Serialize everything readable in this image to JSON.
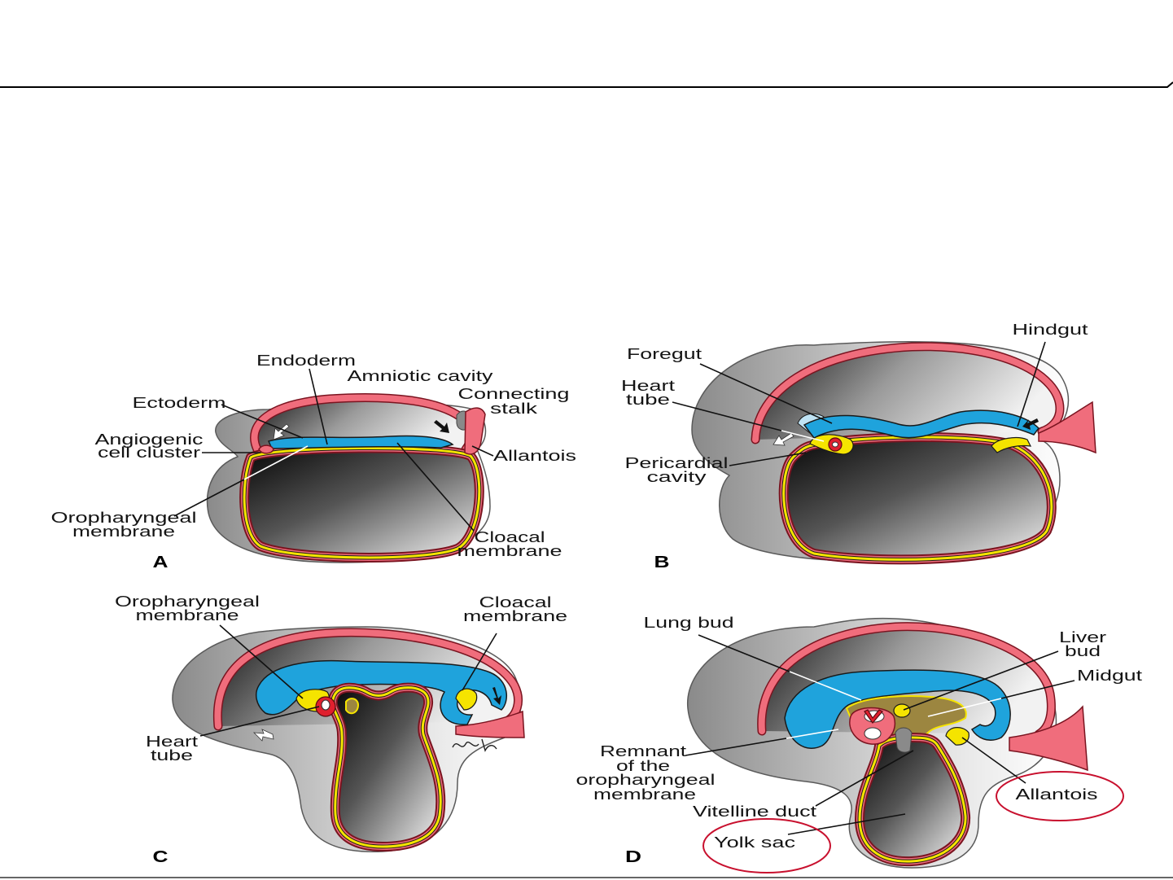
{
  "colors": {
    "ectoderm": "#f06d7c",
    "border": "#7a1420",
    "endoderm": "#f5e400",
    "blue": "#1fa3dc",
    "annotation": "#c8102e"
  },
  "panel_a": {
    "letter": "A",
    "endoderm": "Endoderm",
    "amniotic_cavity": "Amniotic cavity",
    "ectoderm": "Ectoderm",
    "connecting_stalk": [
      "Connecting",
      "stalk"
    ],
    "angiogenic_cell_cluster": [
      "Angiogenic",
      "cell cluster"
    ],
    "allantois": "Allantois",
    "oropharyngeal_membrane": [
      "Oropharyngeal",
      "membrane"
    ],
    "cloacal_membrane": [
      "Cloacal",
      "membrane"
    ]
  },
  "panel_b": {
    "letter": "B",
    "hindgut": "Hindgut",
    "foregut": "Foregut",
    "heart_tube": [
      "Heart",
      "tube"
    ],
    "pericardial_cavity": [
      "Pericardial",
      "cavity"
    ]
  },
  "panel_c": {
    "letter": "C",
    "oropharyngeal_membrane": [
      "Oropharyngeal",
      "membrane"
    ],
    "cloacal_membrane": [
      "Cloacal",
      "membrane"
    ],
    "heart_tube": [
      "Heart",
      "tube"
    ]
  },
  "panel_d": {
    "letter": "D",
    "lung_bud": "Lung bud",
    "liver_bud": [
      "Liver",
      "bud"
    ],
    "midgut": "Midgut",
    "remnant_oropharyngeal_membrane": [
      "Remnant",
      "of the",
      "oropharyngeal",
      "membrane"
    ],
    "allantois": "Allantois",
    "vitelline_duct": "Vitelline duct",
    "yolk_sac": "Yolk sac"
  }
}
